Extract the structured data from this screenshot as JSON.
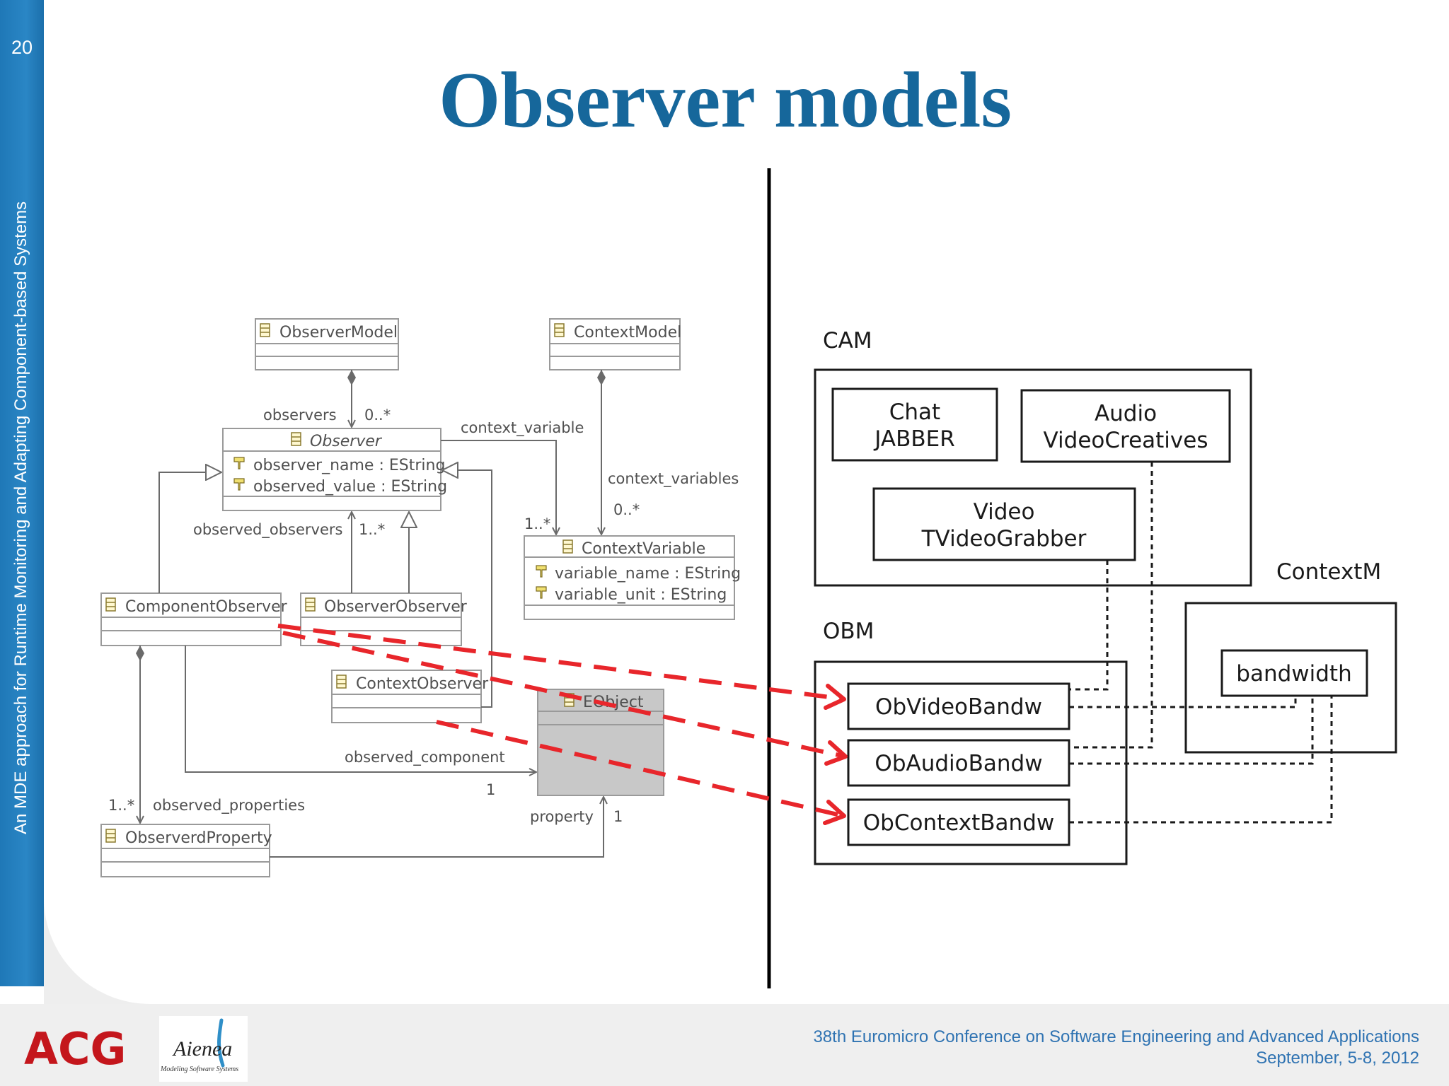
{
  "slide": {
    "page_number": "20",
    "title": "Observer models",
    "sidebar_caption": "An MDE approach for Runtime Monitoring and Adapting Component-based Systems"
  },
  "uml": {
    "observer_model": "ObserverModel",
    "context_model": "ContextModel",
    "observer": "Observer",
    "observer_attrs": [
      "observer_name : EString",
      "observed_value : EString"
    ],
    "context_variable_class": "ContextVariable",
    "context_variable_attrs": [
      "variable_name : EString",
      "variable_unit : EString"
    ],
    "component_observer": "ComponentObserver",
    "observer_observer": "ObserverObserver",
    "context_observer": "ContextObserver",
    "eobject": "EObject",
    "observerd_property": "ObserverdProperty",
    "labels": {
      "observers": "observers",
      "observers_mult": "0..*",
      "context_variable": "context_variable",
      "context_variable_mult": "1..*",
      "context_variables": "context_variables",
      "context_variables_mult": "0..*",
      "observed_observers": "observed_observers",
      "observed_observers_mult": "1..*",
      "observed_component": "observed_component",
      "observed_component_mult": "1",
      "observed_properties": "observed_properties",
      "observed_properties_mult": "1..*",
      "property": "property",
      "property_mult": "1"
    }
  },
  "blocks": {
    "cam_label": "CAM",
    "chat": [
      "Chat",
      "JABBER"
    ],
    "audio": [
      "Audio",
      "VideoCreatives"
    ],
    "video": [
      "Video",
      "TVideoGrabber"
    ],
    "contextm_label": "ContextM",
    "bandwidth": "bandwidth",
    "obm_label": "OBM",
    "ob_video": "ObVideoBandw",
    "ob_audio": "ObAudioBandw",
    "ob_context": "ObContextBandw"
  },
  "footer": {
    "logo_acg": "ACG",
    "logo_aienea": "Aienea",
    "logo_aienea_tagline": "Modeling Software Systems",
    "conference": "38th Euromicro Conference on Software Engineering and Advanced Applications",
    "dates": "September, 5-8, 2012"
  },
  "colors": {
    "title": "#16679b",
    "sidebar": "#2a86c5",
    "mapping_arrows": "#e8262b",
    "footer_text": "#2f73b2"
  }
}
